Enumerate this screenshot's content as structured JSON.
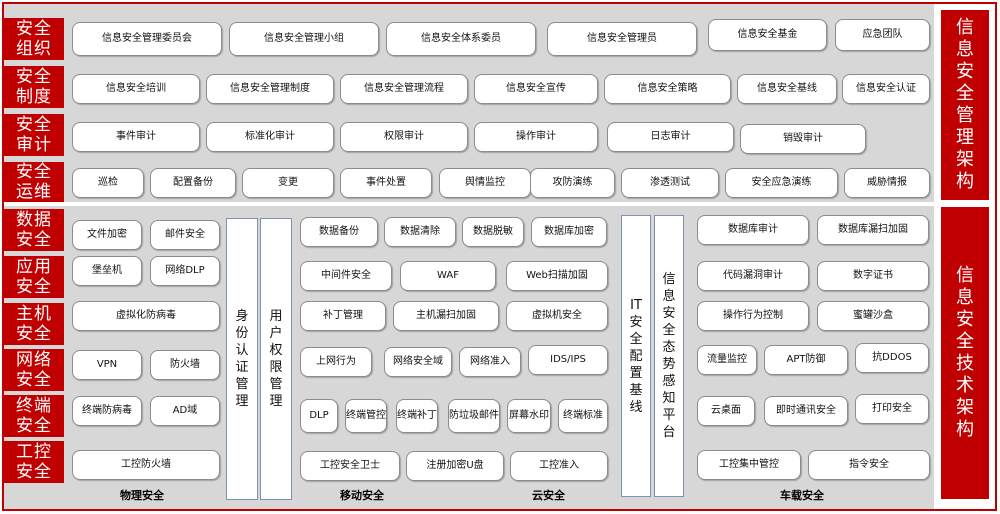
{
  "sections": [
    {
      "label": "安全组织",
      "items": [
        "信息安全管理委员会",
        "信息安全管理小组",
        "信息安全体系委员",
        "信息安全管理员",
        "信息安全基金",
        "应急团队"
      ]
    },
    {
      "label": "安全制度",
      "items": [
        "信息安全培训",
        "信息安全管理制度",
        "信息安全管理流程",
        "信息安全宣传",
        "信息安全策略",
        "信息安全基线",
        "信息安全认证"
      ]
    },
    {
      "label": "安全审计",
      "items": [
        "事件审计",
        "标准化审计",
        "权限审计",
        "操作审计",
        "日志审计",
        "销毁审计"
      ]
    },
    {
      "label": "安全运维",
      "items": [
        "巡检",
        "配置备份",
        "变更",
        "事件处置",
        "舆情监控",
        "攻防演练",
        "渗透测试",
        "安全应急演练",
        "威胁情报"
      ]
    },
    {
      "label": "数据安全"
    },
    {
      "label": "应用安全"
    },
    {
      "label": "主机安全"
    },
    {
      "label": "网络安全"
    },
    {
      "label": "终端安全"
    },
    {
      "label": "工控安全"
    }
  ],
  "side_labels": {
    "management": "信息安全管理架构",
    "technical": "信息安全技术架构"
  },
  "physical": [
    "文件加密",
    "邮件安全",
    "堡垒机",
    "网络DLP",
    "虚拟化防病毒",
    "VPN",
    "防火墙",
    "终端防病毒",
    "AD域",
    "工控防火墙"
  ],
  "identity_auth": "身份认证管理",
  "user_permission": "用户权限管理",
  "mobile": [
    "数据备份",
    "数据清除",
    "数据脱敏",
    "数据库加密",
    "中间件安全",
    "WAF",
    "Web扫描加固",
    "补丁管理",
    "主机漏扫加固",
    "虚拟机安全",
    "上网行为",
    "网络安全域",
    "网络准入",
    "IDS/IPS",
    "DLP",
    "终端管控",
    "终端补丁",
    "防垃圾邮件",
    "屏幕水印",
    "终端标准",
    "工控安全卫士",
    "注册加密U盘",
    "工控准入"
  ],
  "it_baseline": "IT安全配置基线",
  "situation_platform": "信息安全态势感知平台",
  "vehicle": [
    "数据库审计",
    "数据库漏扫加固",
    "代码漏洞审计",
    "数字证书",
    "操作行为控制",
    "蜜罐沙盒",
    "流量监控",
    "APT防御",
    "抗DDOS",
    "云桌面",
    "即时通讯安全",
    "打印安全",
    "工控集中管控",
    "指令安全"
  ],
  "column_titles": [
    "物理安全",
    "移动安全",
    "云安全",
    "车载安全"
  ]
}
